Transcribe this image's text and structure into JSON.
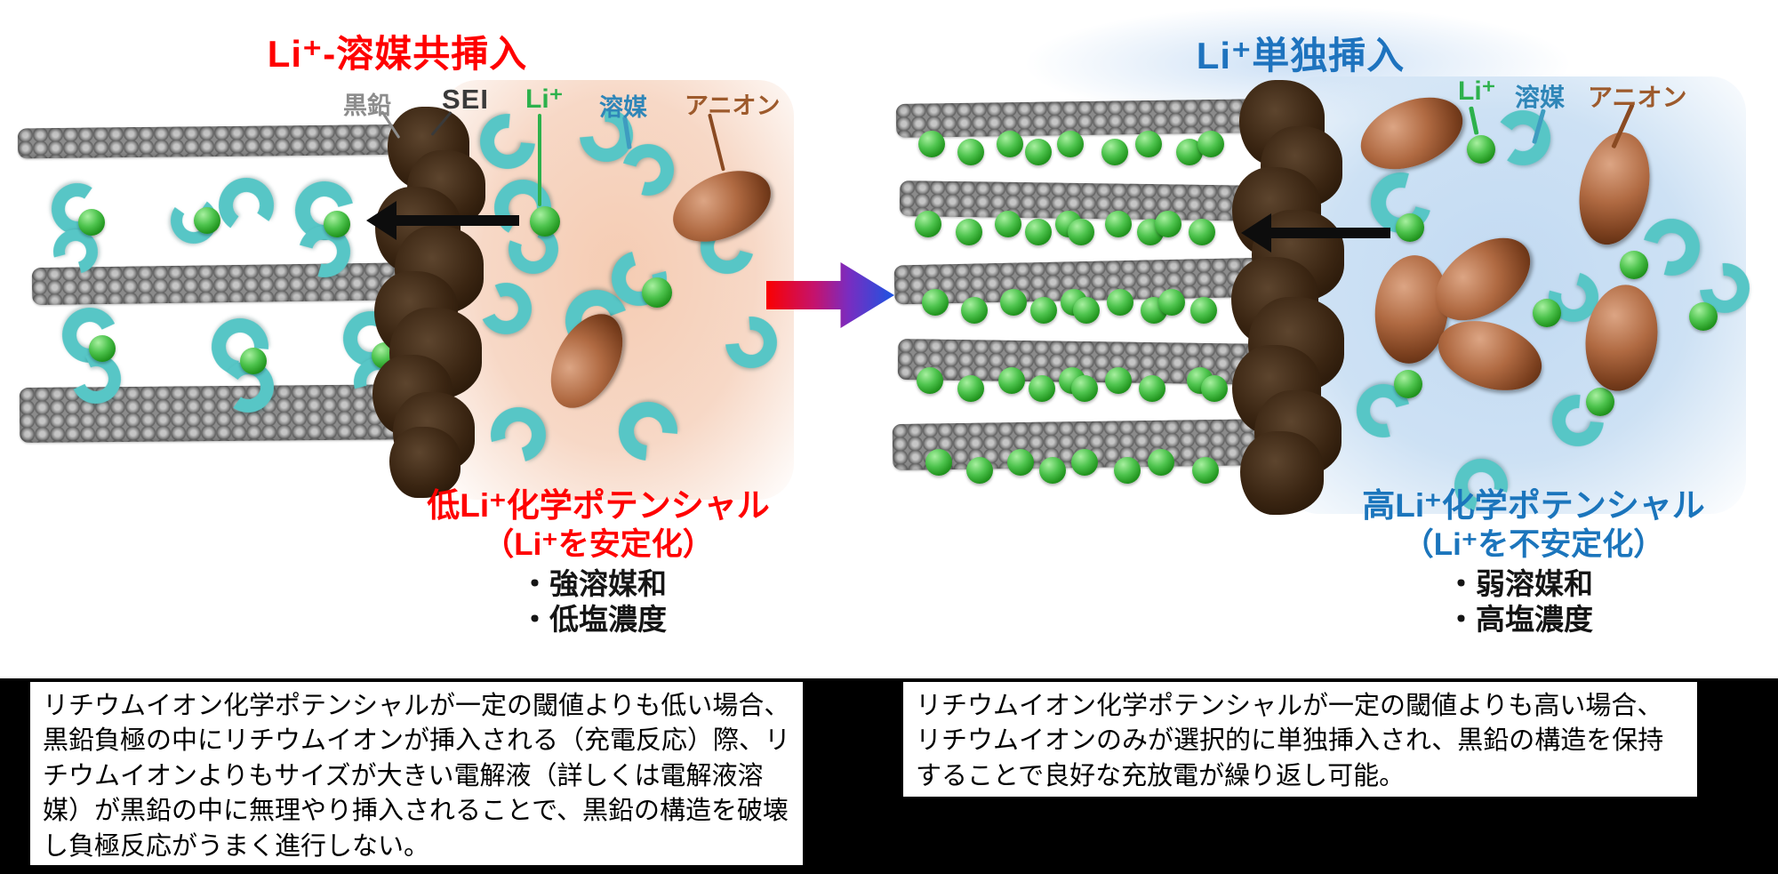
{
  "left_panel": {
    "title": "Li⁺-溶媒共挿入",
    "labels": {
      "graphite": "黒鉛",
      "sei": "SEI",
      "li_ion": "Li⁺",
      "solvent": "溶媒",
      "anion": "アニオン"
    },
    "potential_heading": "低Li⁺化学ポテンシャル",
    "potential_subheading": "（Li⁺を安定化）",
    "bullets": [
      "・強溶媒和",
      "・低塩濃度"
    ],
    "caption": "リチウムイオン化学ポテンシャルが一定の閾値よりも低い場合、黒鉛負極の中にリチウムイオンが挿入される（充電反応）際、リチウムイオンよりもサイズが大きい電解液（詳しくは電解液溶媒）が黒鉛の中に無理やり挿入されることで、黒鉛の構造を破壊し負極反応がうまく進行しない。"
  },
  "right_panel": {
    "title": "Li⁺単独挿入",
    "labels": {
      "li_ion": "Li⁺",
      "solvent": "溶媒",
      "anion": "アニオン"
    },
    "potential_heading": "高Li⁺化学ポテンシャル",
    "potential_subheading": "（Li⁺を不安定化）",
    "bullets": [
      "・弱溶媒和",
      "・高塩濃度"
    ],
    "caption": "リチウムイオン化学ポテンシャルが一定の閾値よりも高い場合、リチウムイオンのみが選択的に単独挿入され、黒鉛の構造を保持することで良好な充放電が繰り返し可能。"
  },
  "colors": {
    "title_left_red": "#ff0000",
    "title_right_blue": "#1e73be",
    "li_ion_green": "#2db14c",
    "solvent_teal": "#57c6c6",
    "solvent_label_blue": "#2f86b8",
    "anion_brown": "#9d5a2c",
    "graphite_gray": "#8c8c8c",
    "sei_dark_brown": "#3a2512",
    "electrolyte_left_bg": "#f7d8c6",
    "electrolyte_right_bg": "#cde1f4"
  }
}
